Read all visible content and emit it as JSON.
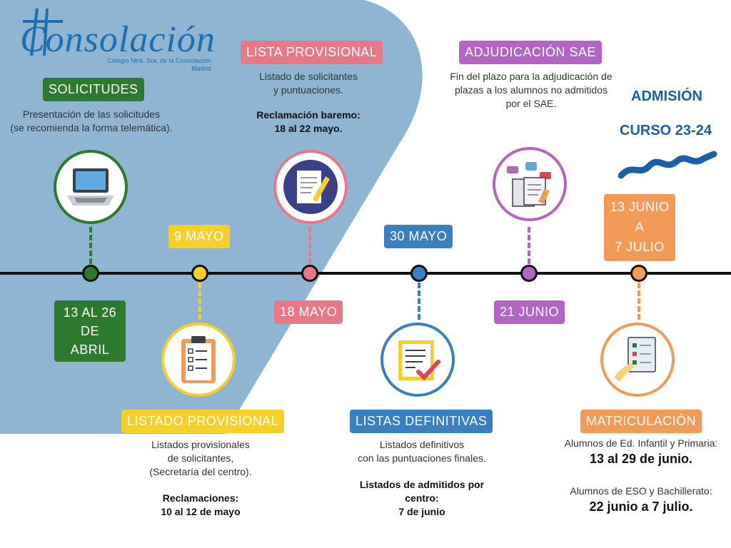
{
  "logo": {
    "word": "Consolación",
    "sub1": "Colegio Ntra. Sra. de la Consolación",
    "sub2": "Madrid"
  },
  "admision": {
    "line1": "ADMISIÓN",
    "line2": "CURSO 23-24"
  },
  "colors": {
    "green": "#2d7a2f",
    "yellow": "#f5cf2a",
    "pink": "#e8778a",
    "blue": "#3a7fc0",
    "purple": "#b266c2",
    "orange": "#f29a58",
    "shape": "#8fb5d2"
  },
  "steps": {
    "solicitudes": {
      "title": "SOLICITUDES",
      "desc1": "Presentación de las solicitudes",
      "desc2": "(se recomienda la forma telemática).",
      "date1": "13 AL 26",
      "date2": "DE ABRIL"
    },
    "listado_prov": {
      "date": "9 MAYO",
      "title": "LISTADO PROVISIONAL",
      "desc1": "Listados provisionales",
      "desc2": "de solicitantes,",
      "desc3": "(Secretaría del centro).",
      "strong1": "Reclamaciones:",
      "strong2": "10 al 12 de mayo"
    },
    "lista_prov": {
      "title": "LISTA PROVISIONAL",
      "desc1": "Listado de solicitantes",
      "desc2": "y puntuaciones.",
      "strong1": "Reclamación baremo:",
      "strong2": "18 al 22 mayo.",
      "date": "18 MAYO"
    },
    "definitivas": {
      "date": "30 MAYO",
      "title": "LISTAS DEFINITIVAS",
      "desc1": "Listados definitivos",
      "desc2": "con las puntuaciones finales.",
      "strong1": "Listados de admitidos por",
      "strong2": "centro:",
      "strong3": "7 de junio"
    },
    "sae": {
      "title": "ADJUDICACIÓN SAE",
      "desc1": "Fin del plazo para la adjudicación de",
      "desc2": "plazas a los alumnos no admitidos",
      "desc3": "por el SAE.",
      "date": "21 JUNIO"
    },
    "matricula": {
      "date1": "13 JUNIO",
      "date2": "A",
      "date3": "7 JULIO",
      "title": "MATRICULACIÓN",
      "desc1": "Alumnos de Ed. Infantil y Primaria:",
      "strong1": "13 al 29 de junio.",
      "desc2": "Alumnos de ESO y Bachillerato:",
      "strong2": "22 junio a 7 julio."
    }
  }
}
